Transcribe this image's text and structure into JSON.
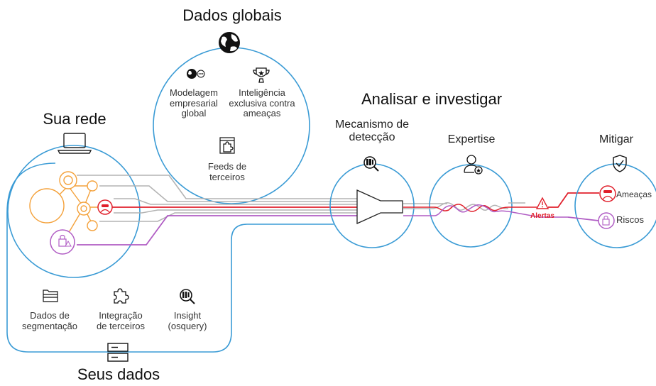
{
  "headings": {
    "global_data": "Dados globais",
    "your_network": "Sua rede",
    "analyze": "Analisar e investigar",
    "your_data": "Seus dados"
  },
  "global_items": [
    {
      "label": "Modelagem\nempresarial\nglobal",
      "icon": "globe-arrows-icon"
    },
    {
      "label": "Inteligência\nexclusiva contra\nameaças",
      "icon": "trophy-icon"
    },
    {
      "label": "Feeds de\nterceiros",
      "icon": "puzzle-window-icon"
    }
  ],
  "data_items": [
    {
      "label": "Dados de\nsegmentação",
      "icon": "folders-icon"
    },
    {
      "label": "Integração\nde terceiros",
      "icon": "puzzle-icon"
    },
    {
      "label": "Insight\n(osquery)",
      "icon": "search-data-icon"
    }
  ],
  "stages": {
    "engine": "Mecanismo de\ndetecção",
    "expertise": "Expertise",
    "mitigate": "Mitigar"
  },
  "alerts_label": "Alertas",
  "outputs": {
    "threats": "Ameaças",
    "risks": "Riscos"
  },
  "colors": {
    "circle_blue": "#3a9bd5",
    "gray_line": "#b3b3b3",
    "threat_red": "#e0202c",
    "risk_purple": "#b05cc4",
    "network_orange": "#f4a13a"
  }
}
